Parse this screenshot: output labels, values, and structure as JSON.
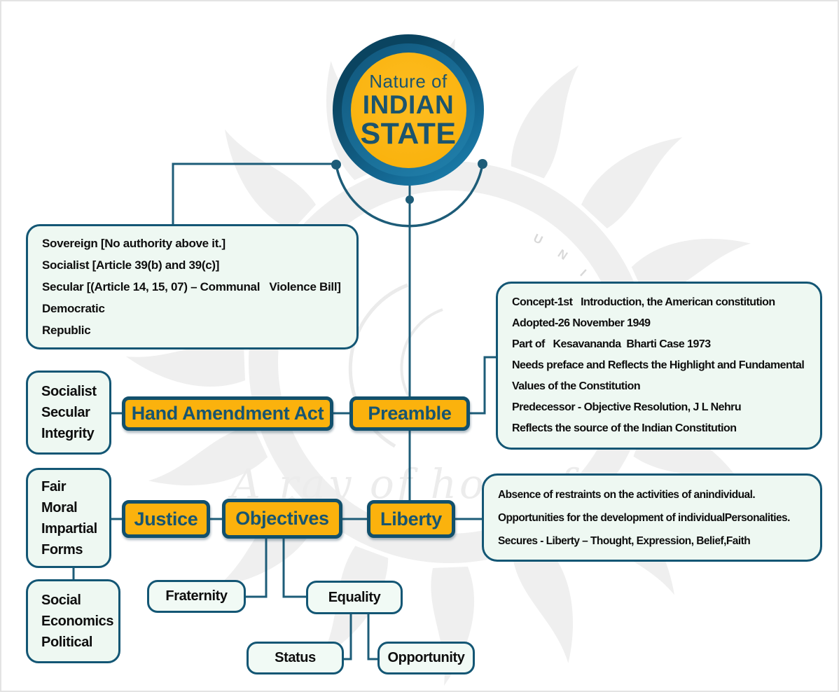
{
  "title_circle": {
    "line1": "Nature of",
    "line2": "INDIAN",
    "line3": "STATE"
  },
  "panels": {
    "sovereign": {
      "lines": [
        "Sovereign [No authority above it.]",
        "Socialist [Article 39(b) and 39(c)]",
        "Secular [(Article 14, 15, 07) – Communal   Violence Bill]",
        "Democratic",
        "Republic"
      ]
    },
    "preamble_details": {
      "lines": [
        "Concept-1st   Introduction, the American constitution",
        "Adopted-26 November 1949",
        "Part of   Kesavananda  Bharti Case 1973",
        "Needs preface and Reflects the Highlight and Fundamental",
        "Values of the Constitution",
        "Predecessor - Objective Resolution, J L Nehru",
        "Reflects the source of the Indian Constitution"
      ]
    },
    "liberty_details": {
      "lines": [
        "Absence of restraints on the activities of anindividual.",
        "Opportunities for the development of individualPersonalities.",
        "Secures - Liberty – Thought, Expression, Belief,Faith"
      ]
    },
    "socialist_secular_integrity": {
      "lines": [
        "Socialist",
        "Secular",
        "Integrity"
      ]
    },
    "fair_moral_impartial_forms": {
      "lines": [
        "Fair",
        "Moral",
        "Impartial",
        "Forms"
      ]
    },
    "social_economics_political": {
      "lines": [
        "Social",
        "Economics",
        "Political"
      ]
    }
  },
  "nodes": {
    "hand_amendment_act": {
      "label": "Hand Amendment Act"
    },
    "preamble": {
      "label": "Preamble"
    },
    "justice": {
      "label": "Justice"
    },
    "objectives": {
      "label": "Objectives"
    },
    "liberty": {
      "label": "Liberty"
    },
    "fraternity": {
      "label": "Fraternity"
    },
    "equality": {
      "label": "Equality"
    },
    "status": {
      "label": "Status"
    },
    "opportunity": {
      "label": "Opportunity"
    }
  },
  "watermark": {
    "tagline": "A ray of hope fo",
    "arc_letters": [
      "U",
      "N",
      "I"
    ]
  },
  "colors": {
    "teal_border": "#12506c",
    "line": "#1d5c78",
    "yellow": "#fbb20d",
    "panel_bg": "#eef8f2",
    "chip_text": "#175571",
    "watermark_gray": "#efefef",
    "page_border": "#e3e3e3"
  }
}
